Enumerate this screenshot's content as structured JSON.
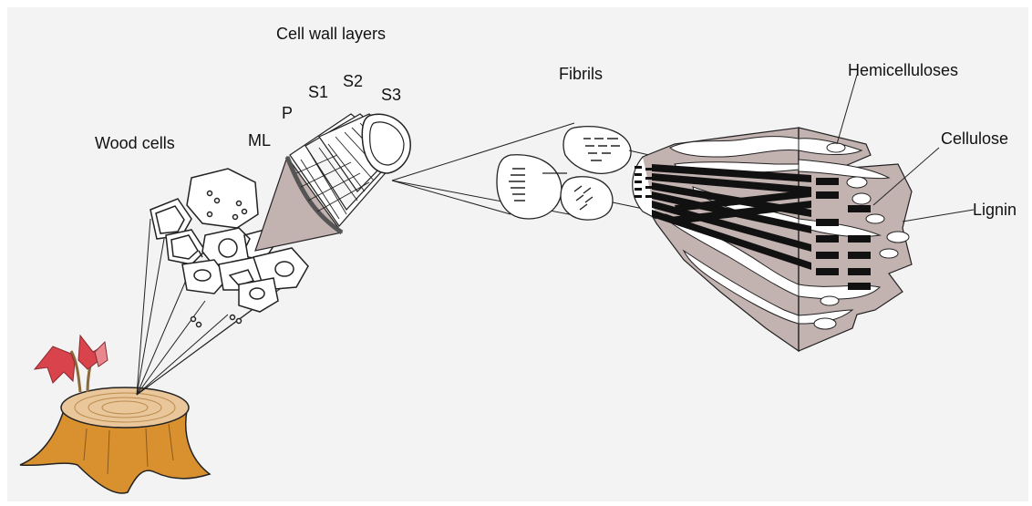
{
  "labels": {
    "cell_wall_layers": "Cell wall layers",
    "wood_cells": "Wood cells",
    "ml": "ML",
    "p": "P",
    "s1": "S1",
    "s2": "S2",
    "s3": "S3",
    "fibrils": "Fibrils",
    "hemicelluloses": "Hemicelluloses",
    "cellulose": "Cellulose",
    "lignin": "Lignin"
  },
  "colors": {
    "background": "#f3f3f3",
    "outline": "#222222",
    "matrix": "#c2b2b0",
    "stump": "#d9902f",
    "rings": "#eac79a",
    "leaves": "#d9434b"
  }
}
